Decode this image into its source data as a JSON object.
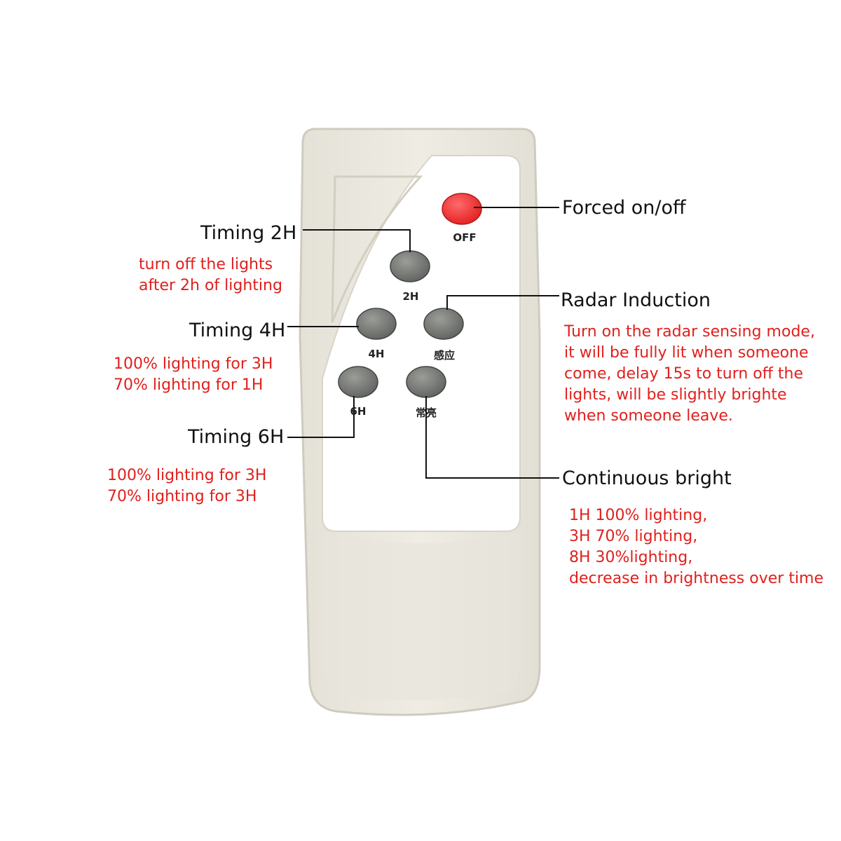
{
  "colors": {
    "note_red": "#e0201c",
    "remote_body": "#ece9e0",
    "panel": "#ffffff",
    "gray_button": "#7a7d78",
    "red_button": "#f03a3a"
  },
  "remote": {
    "buttons": {
      "off": {
        "label": "OFF",
        "icon": "red-power-button"
      },
      "h2": {
        "label": "2H"
      },
      "h4": {
        "label": "4H"
      },
      "radar": {
        "label": "感应"
      },
      "h6": {
        "label": "6H"
      },
      "bright": {
        "label": "常亮"
      }
    }
  },
  "callouts": {
    "forced": {
      "title": "Forced on/off"
    },
    "timing2": {
      "title": "Timing 2H",
      "notes": [
        "turn off the lights",
        "after 2h of lighting"
      ]
    },
    "timing4": {
      "title": "Timing 4H",
      "notes": [
        "100% lighting for 3H",
        "70% lighting for 1H"
      ]
    },
    "timing6": {
      "title": "Timing 6H",
      "notes": [
        "100%  lighting for 3H",
        "70%  lighting for 3H"
      ]
    },
    "radar": {
      "title": "Radar Induction",
      "notes": [
        "Turn on the radar sensing mode,",
        "it will be fully lit when someone",
        "come, delay 15s to turn off the",
        "lights, will be slightly brighte",
        "when someone leave."
      ]
    },
    "continuous": {
      "title": "Continuous bright",
      "notes": [
        "1H 100% lighting,",
        "3H 70% lighting,",
        "8H 30%lighting,",
        "decrease in brightness over time"
      ]
    }
  }
}
